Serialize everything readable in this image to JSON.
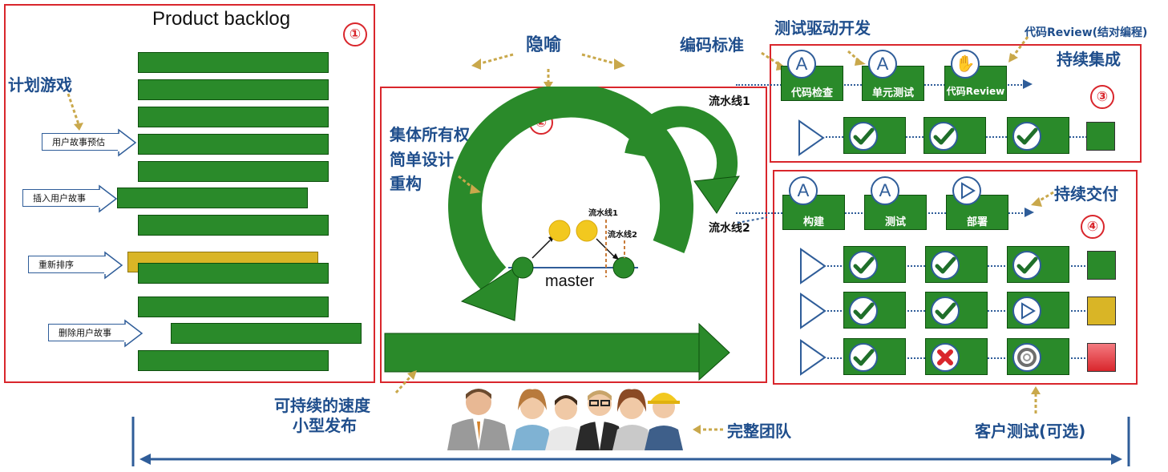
{
  "backlog": {
    "title": "Product backlog",
    "number": "①",
    "plan_game": "计划游戏",
    "actions": [
      "用户故事预估",
      "插入用户故事",
      "重新排序",
      "删除用户故事"
    ]
  },
  "metaphor": "隐喻",
  "center": {
    "number": "②",
    "pipeline1": "流水线1",
    "pipeline2": "流水线2",
    "practices": [
      "集体所有权",
      "简单设计",
      "重构"
    ],
    "branch1": "流水线1",
    "branch2": "流水线2",
    "master": "master",
    "sustainable": "可持续的速度",
    "small_release": "小型发布"
  },
  "ci": {
    "number": "③",
    "coding_std": "编码标准",
    "tdd": "测试驱动开发",
    "review": "代码Review(结对编程)",
    "title": "持续集成",
    "steps": [
      "代码检查",
      "单元测试",
      "代码Review"
    ]
  },
  "cd": {
    "number": "④",
    "title": "持续交付",
    "steps": [
      "构建",
      "测试",
      "部署"
    ]
  },
  "team": "完整团队",
  "customer_test": "客户测试(可选)",
  "colors": {
    "frame": "#d9262c",
    "green": "#2a8a2a",
    "blue": "#1f4e8c",
    "yellow": "#d9b526",
    "red": "#e8424a"
  }
}
